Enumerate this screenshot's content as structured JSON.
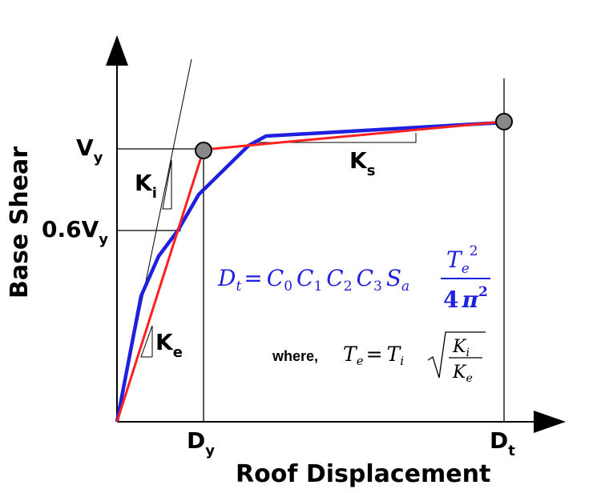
{
  "axes": {
    "y_title": "Base Shear",
    "x_title": "Roof Displacement"
  },
  "labels": {
    "vy_main": "V",
    "vy_sub": "y",
    "v06_main": "0.6V",
    "v06_sub": "y",
    "dy_main": "D",
    "dy_sub": "y",
    "dt_main": "D",
    "dt_sub": "t",
    "ki_main": "K",
    "ki_sub": "i",
    "ke_main": "K",
    "ke_sub": "e",
    "ks_main": "K",
    "ks_sub": "s"
  },
  "equation": {
    "lhs_main": "D",
    "lhs_sub": "t",
    "eq": "=",
    "c0": "C",
    "c0_sub": "0",
    "c1": "C",
    "c1_sub": "1",
    "c2": "C",
    "c2_sub": "2",
    "c3": "C",
    "c3_sub": "3",
    "sa": "S",
    "sa_sub": "a",
    "num_main": "T",
    "num_sub": "e",
    "num_sup": "2",
    "den": "4",
    "den_pi": "π",
    "den_sup": "2"
  },
  "where": {
    "word": "where,",
    "te_main": "T",
    "te_sub": "e",
    "eq": "=",
    "ti_main": "T",
    "ti_sub": "i",
    "k_num": "K",
    "k_num_sub": "i",
    "k_den": "K",
    "k_den_sub": "e"
  },
  "colors": {
    "bilinear": "#ff2020",
    "capacity": "#1f1fe0",
    "points": "#888888",
    "equation": "#1f1fe0"
  }
}
